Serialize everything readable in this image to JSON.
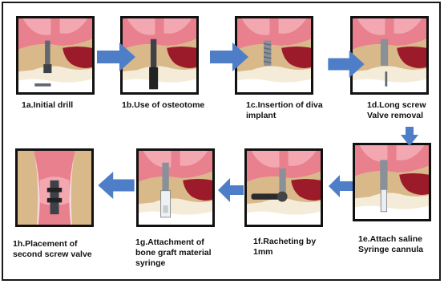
{
  "colors": {
    "arrow": "#4f7ec8",
    "gum": "#e8808e",
    "gum_dark": "#c04a5a",
    "bone": "#d9b889",
    "bone_dark": "#b8935e",
    "sinus": "#9c1b2b",
    "tooth": "#f4ecd8",
    "instrument": "#5f6770"
  },
  "steps": [
    {
      "id": "1a",
      "caption_lines": [
        "1a.Initial drill"
      ],
      "icon": "drill-icon"
    },
    {
      "id": "1b",
      "caption_lines": [
        "1b.Use of osteotome"
      ],
      "icon": "osteotome-icon"
    },
    {
      "id": "1c",
      "caption_lines": [
        "1c.Insertion of diva",
        "implant"
      ],
      "icon": "implant-icon"
    },
    {
      "id": "1d",
      "caption_lines": [
        "1d.Long screw",
        "Valve removal"
      ],
      "icon": "screw-valve-icon"
    },
    {
      "id": "1e",
      "caption_lines": [
        "1e.Attach saline",
        "Syringe cannula"
      ],
      "icon": "saline-syringe-icon"
    },
    {
      "id": "1f",
      "caption_lines": [
        "1f.Racheting by",
        "1mm"
      ],
      "icon": "ratchet-icon"
    },
    {
      "id": "1g",
      "caption_lines": [
        "1g.Attachment of",
        "bone graft material",
        "syringe"
      ],
      "icon": "graft-syringe-icon"
    },
    {
      "id": "1h",
      "caption_lines": [
        "1h.Placement of",
        "second screw valve"
      ],
      "icon": "second-screw-valve-icon"
    }
  ]
}
